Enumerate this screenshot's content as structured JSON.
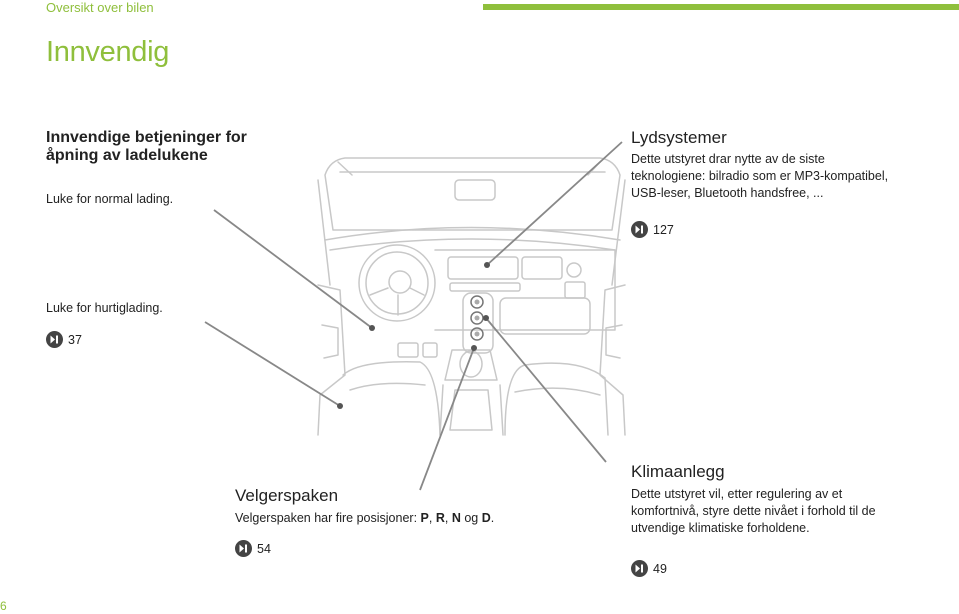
{
  "header": {
    "section_title": "Oversikt over bilen"
  },
  "page": {
    "title": "Innvendig",
    "number": "6"
  },
  "colors": {
    "accent": "#8fbf3c",
    "ref_badge": "#444444",
    "line": "#888888"
  },
  "blocks": {
    "charging": {
      "title_line1": "Innvendige betjeninger for",
      "title_line2": "åpning av ladelukene",
      "normal_label": "Luke for normal lading.",
      "fast_label": "Luke for hurtiglading.",
      "ref": "37"
    },
    "audio": {
      "title": "Lydsystemer",
      "line1": "Dette utstyret drar nytte av de siste",
      "line2": "teknologiene: bilradio som er MP3-kompatibel,",
      "line3": "USB-leser, Bluetooth handsfree, ...",
      "ref": "127"
    },
    "gear": {
      "title": "Velgerspaken",
      "text_prefix": "Velgerspaken har fire posisjoner: ",
      "p": "P",
      "sep1": ", ",
      "r": "R",
      "sep2": ", ",
      "n": "N",
      "og": " og ",
      "d": "D",
      "end": ".",
      "ref": "54"
    },
    "climate": {
      "title": "Klimaanlegg",
      "line1": "Dette utstyret vil, etter regulering av et",
      "line2": "komfortnivå, styre dette nivået i forhold til de",
      "line3": "utvendige klimatiske forholdene.",
      "ref": "49"
    }
  }
}
